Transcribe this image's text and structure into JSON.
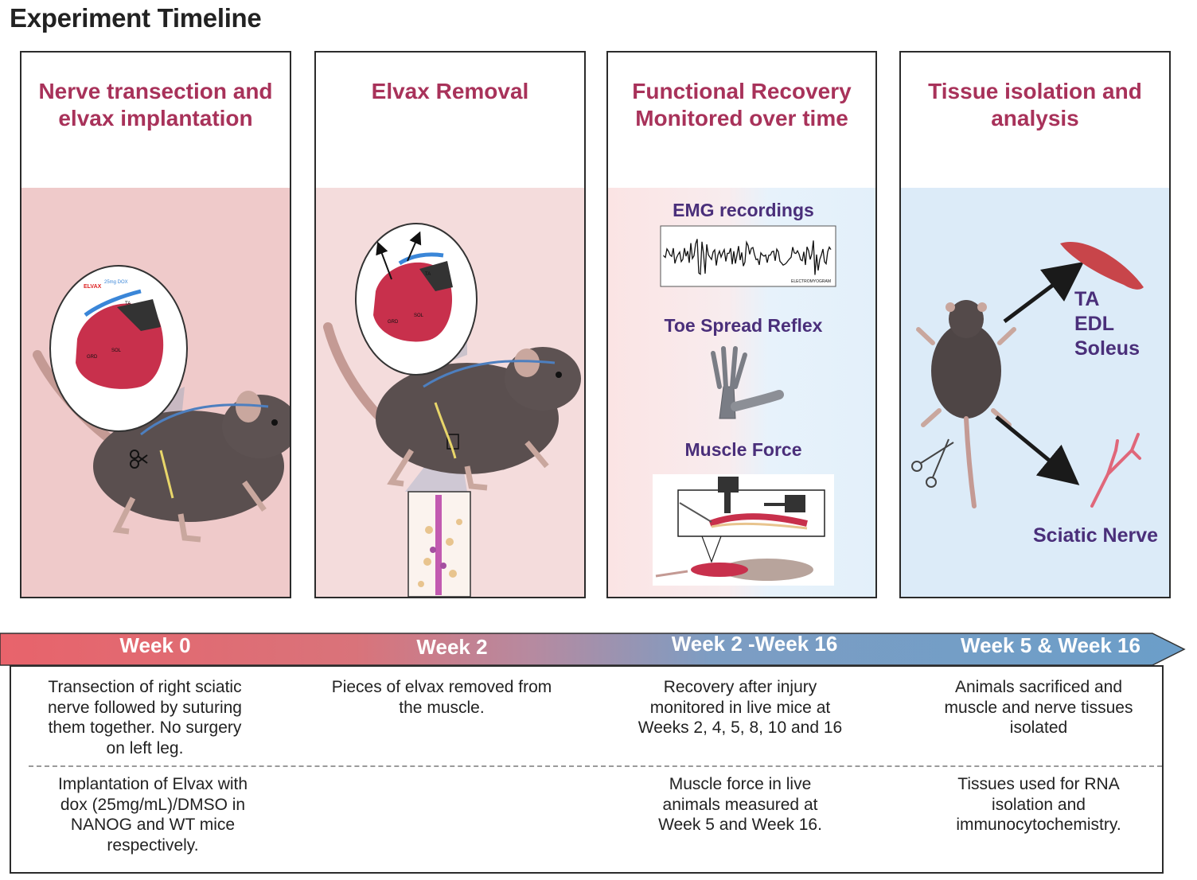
{
  "title": "Experiment Timeline",
  "panels": [
    {
      "title_line1": "Nerve transection and",
      "title_line2": "elvax implantation",
      "inset_labels": {
        "elvax": "ELVAX",
        "dox": "25mg DOX",
        "ta": "TA",
        "sol": "SOL",
        "grd": "GRD"
      }
    },
    {
      "title_line1": "Elvax Removal",
      "title_line2": "",
      "inset_labels": {
        "ta": "TA",
        "sol": "SOL",
        "grd": "GRD"
      }
    },
    {
      "title_line1": "Functional Recovery",
      "title_line2": "Monitored over time",
      "labels": {
        "emg": "EMG recordings",
        "toe": "Toe Spread Reflex",
        "force": "Muscle Force"
      },
      "emg_caption": "ELECTROMYOGRAM"
    },
    {
      "title_line1": "Tissue isolation and",
      "title_line2": "analysis",
      "muscles": [
        "TA",
        "EDL",
        "Soleus"
      ],
      "nerve": "Sciatic Nerve"
    }
  ],
  "timeline": {
    "weeks": [
      "Week 0",
      "Week 2",
      "Week 2 -Week 16",
      "Week 5 & Week 16"
    ],
    "colors": {
      "start": "#e8636b",
      "mid": "#b68aa0",
      "end": "#6b9ec9"
    }
  },
  "descriptions": {
    "top": [
      [
        "Transection of right sciatic",
        "nerve followed by suturing",
        "them together. No surgery",
        "on left leg."
      ],
      [
        "Pieces of elvax removed from",
        "the muscle."
      ],
      [
        "Recovery after injury",
        "monitored in live mice at",
        "Weeks 2, 4, 5, 8, 10 and 16"
      ],
      [
        "Animals sacrificed and",
        "muscle and nerve tissues",
        "isolated"
      ]
    ],
    "bottom": [
      [
        "Implantation of Elvax with",
        "dox (25mg/mL)/DMSO in",
        "NANOG and WT mice",
        "respectively."
      ],
      [],
      [
        "Muscle force in live",
        "animals measured at",
        "Week 5 and Week 16."
      ],
      [
        "Tissues used for RNA",
        "isolation and",
        "immunocytochemistry."
      ]
    ]
  },
  "icons": [
    "mouse-icon",
    "scissors-icon",
    "muscle-cross-section-icon",
    "emg-trace-icon",
    "paw-icon",
    "force-rig-icon",
    "muscle-icon",
    "nerve-icon",
    "arrow-icon"
  ]
}
